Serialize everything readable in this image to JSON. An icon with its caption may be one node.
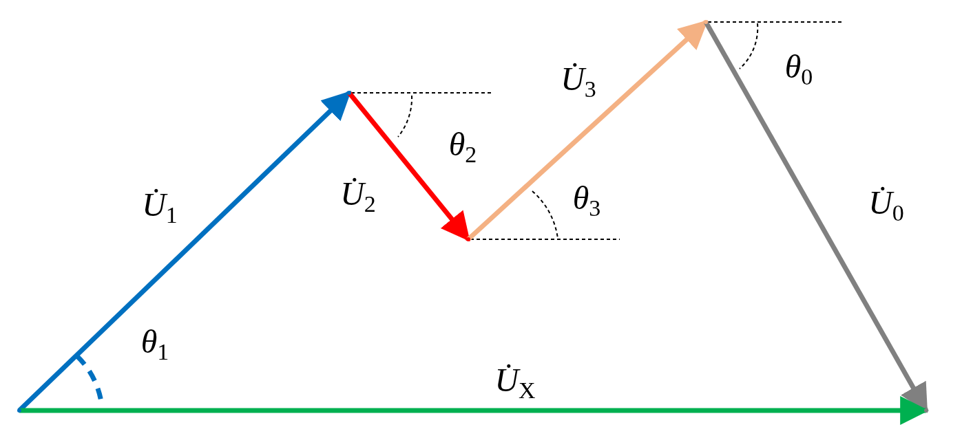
{
  "diagram": {
    "nodes": [
      {
        "text": [],
        "shape": "point"
      },
      {
        "text": [],
        "shape": "point"
      },
      {
        "text": [],
        "shape": "point"
      },
      {
        "text": [],
        "shape": "point"
      },
      {
        "text": [],
        "shape": "point"
      }
    ],
    "edges": [
      {
        "from": 0,
        "to": 1,
        "arrow": "to",
        "label": "U̇$_{1}$",
        "color": "#0070c0"
      },
      {
        "from": 1,
        "to": 2,
        "arrow": "to",
        "label": "U̇$_{2}$",
        "color": "#ff0000"
      },
      {
        "from": 2,
        "to": 3,
        "arrow": "to",
        "label": "U̇$_{3}$",
        "color": "#f4b183"
      },
      {
        "from": 3,
        "to": 4,
        "arrow": "to",
        "label": "U̇$_{0}$",
        "color": "#808080"
      },
      {
        "from": 0,
        "to": 4,
        "arrow": "to",
        "label": "U̇$_{X}$",
        "color": "#00b050"
      }
    ],
    "labels": [
      "θ$_{0}$",
      "θ$_{2}$",
      "θ$_{3}$",
      "θ$_{1}$"
    ]
  }
}
